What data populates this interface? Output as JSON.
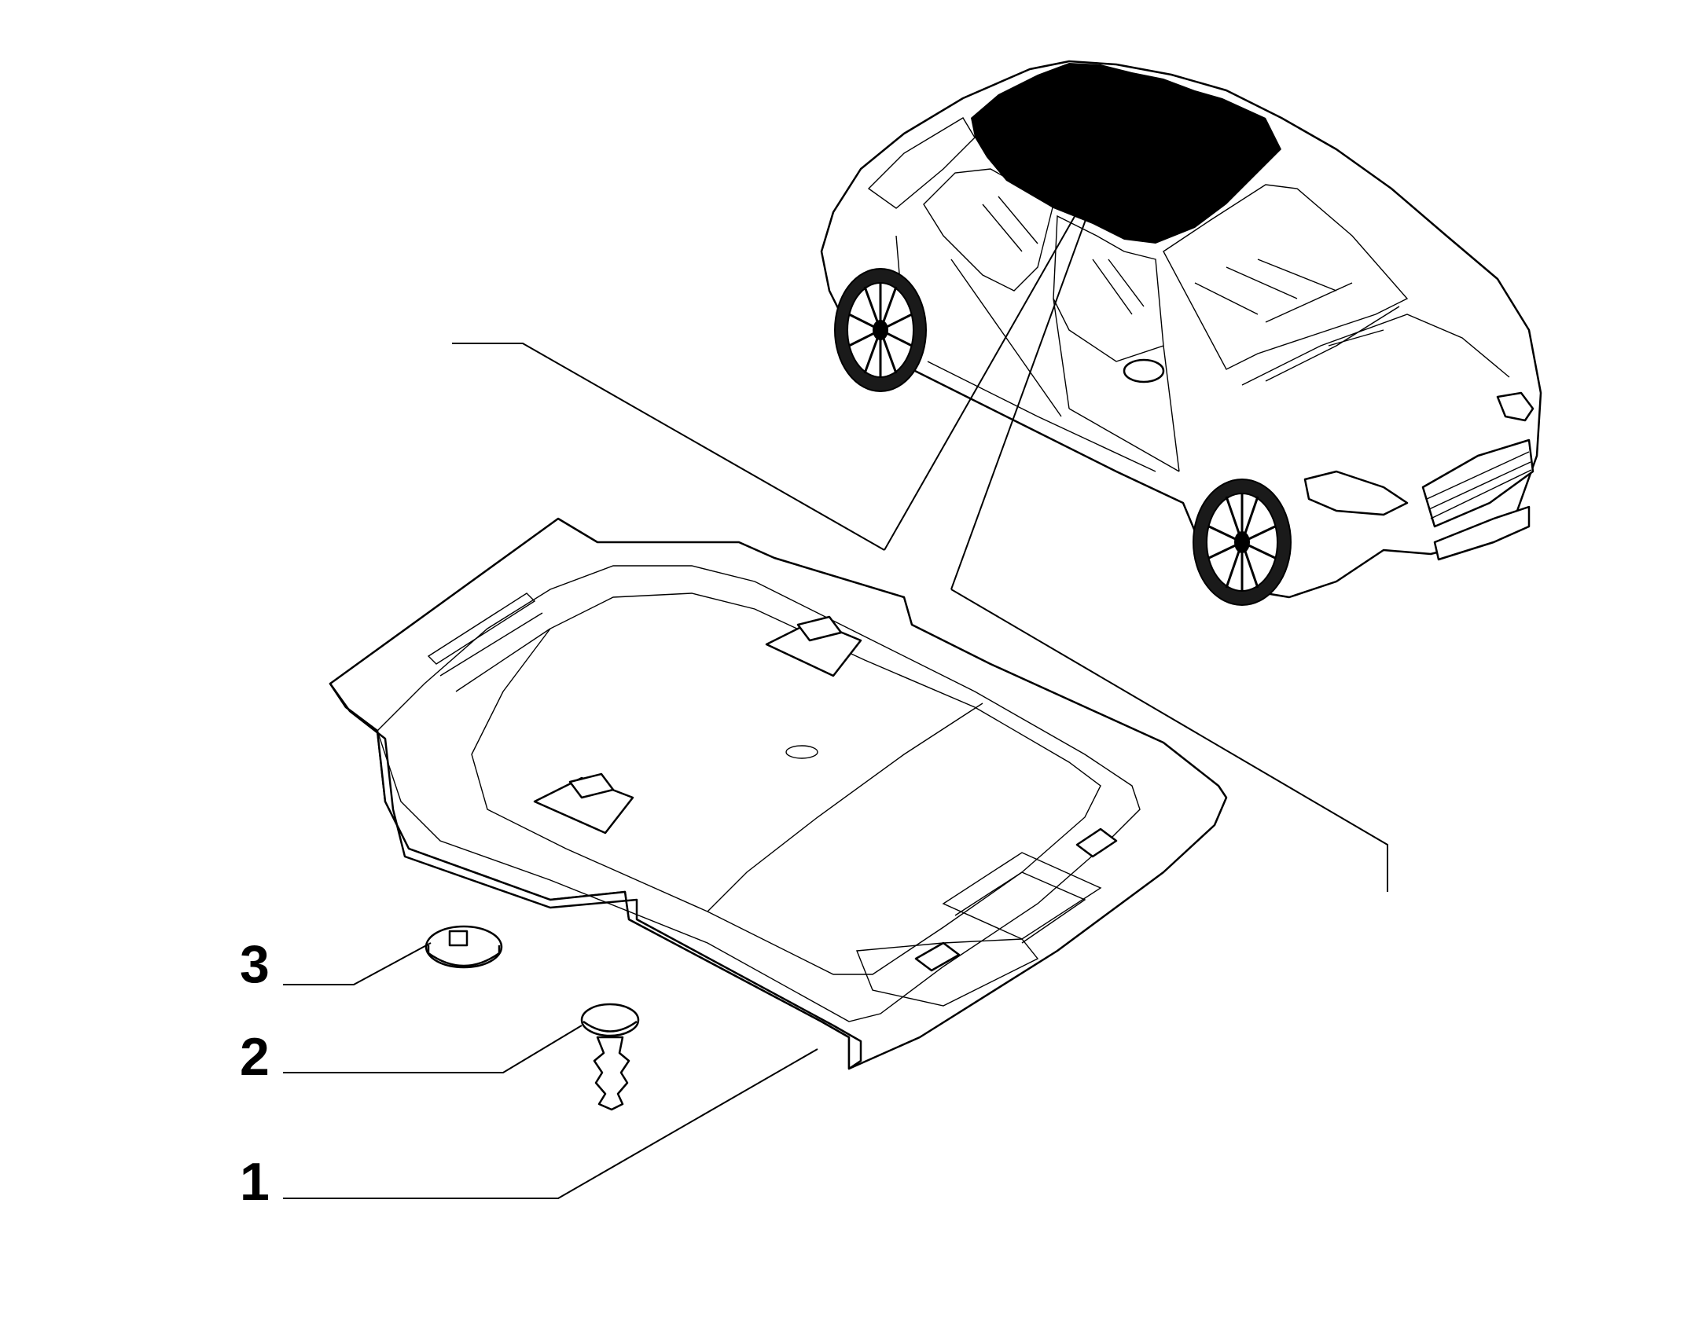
{
  "callouts": [
    {
      "label": "3",
      "part": "cap"
    },
    {
      "label": "2",
      "part": "clip"
    },
    {
      "label": "1",
      "part": "headliner"
    }
  ],
  "colors": {
    "ink": "#000000",
    "paper": "#ffffff"
  }
}
